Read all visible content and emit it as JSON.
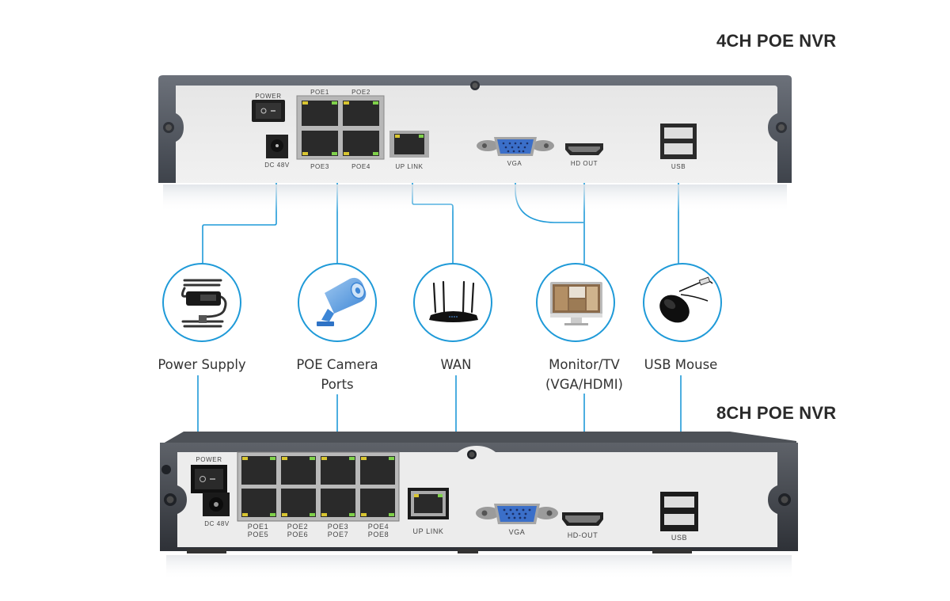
{
  "titles": {
    "top_device": "4CH POE NVR",
    "bottom_device": "8CH POE NVR"
  },
  "colors": {
    "accent_line": "#1f9ad8",
    "chassis": "#4a4f57",
    "panel": "#ebebeb",
    "vga_blue": "#3b6fc9",
    "led_yellow": "#d8c531",
    "led_green": "#7fd14a"
  },
  "nvr_4ch": {
    "power_label": "POWER",
    "dc_label": "DC 48V",
    "poe_labels": [
      "POE1",
      "POE2",
      "POE3",
      "POE4"
    ],
    "uplink_label": "UP LINK",
    "vga_label": "VGA",
    "hdmi_label": "HD OUT",
    "usb_label": "USB"
  },
  "nvr_8ch": {
    "power_label": "POWER",
    "dc_label": "DC 48V",
    "poe_labels": [
      {
        "top": "POE1",
        "bottom": "POE5"
      },
      {
        "top": "POE2",
        "bottom": "POE6"
      },
      {
        "top": "POE3",
        "bottom": "POE7"
      },
      {
        "top": "POE4",
        "bottom": "POE8"
      }
    ],
    "uplink_label": "UP LINK",
    "vga_label": "VGA",
    "hdmi_label": "HD-OUT",
    "usb_label": "USB"
  },
  "connections": [
    {
      "icon": "power-adapter-icon",
      "label_lines": [
        "Power Supply"
      ]
    },
    {
      "icon": "camera-icon",
      "label_lines": [
        "POE Camera",
        "Ports"
      ]
    },
    {
      "icon": "router-icon",
      "label_lines": [
        "WAN"
      ]
    },
    {
      "icon": "monitor-icon",
      "label_lines": [
        "Monitor/TV",
        "(VGA/HDMI)"
      ]
    },
    {
      "icon": "mouse-icon",
      "label_lines": [
        "USB Mouse"
      ]
    }
  ]
}
